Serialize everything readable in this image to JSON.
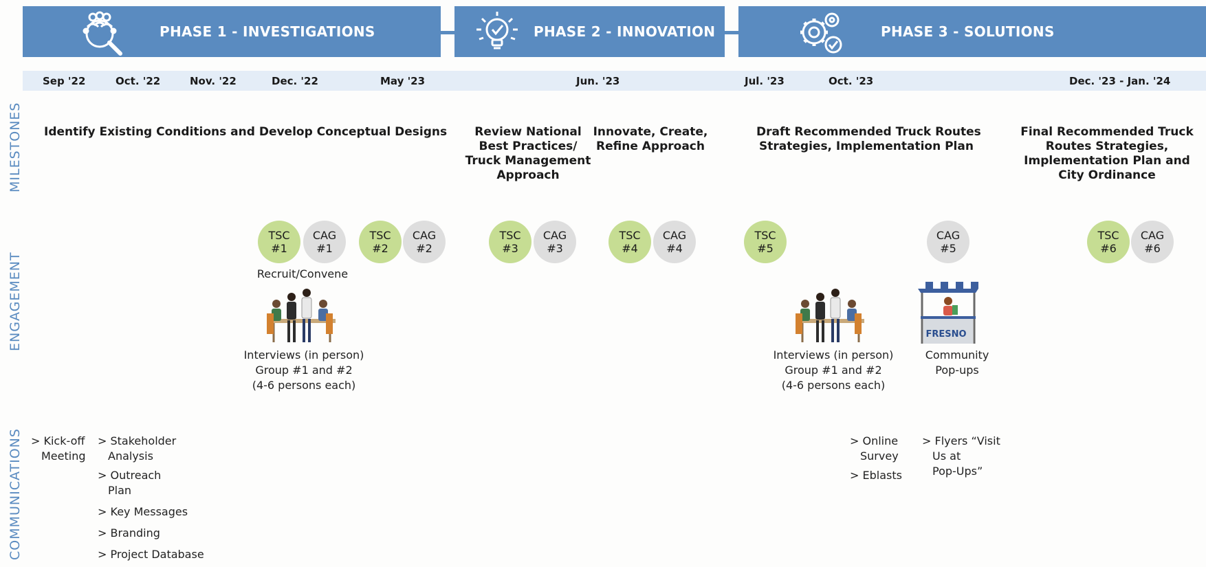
{
  "phases": [
    {
      "title": "PHASE 1 - INVESTIGATIONS",
      "icon": "people-magnifier-icon"
    },
    {
      "title": "PHASE 2 - INNOVATION",
      "icon": "lightbulb-check-icon"
    },
    {
      "title": "PHASE 3  -  SOLUTIONS",
      "icon": "gears-check-icon"
    }
  ],
  "dates": [
    "Sep '22",
    "Oct. '22",
    "Nov. '22",
    "Dec.  '22",
    "May  '23",
    "Jun. '23",
    "Jul. '23",
    "Oct. '23",
    "Dec. '23 - Jan. '24"
  ],
  "side_labels": {
    "milestones": "MILESTONES",
    "engagement": "ENGAGEMENT",
    "communications": "COMMUNICATIONS"
  },
  "milestones": [
    {
      "lines": [
        "Identify Existing Conditions and Develop Conceptual Designs"
      ]
    },
    {
      "lines": [
        "Review National",
        "Best Practices/",
        "Truck Management",
        "Approach"
      ]
    },
    {
      "lines": [
        "Innovate, Create,",
        "Refine Approach"
      ]
    },
    {
      "lines": [
        "Draft Recommended Truck Routes",
        "Strategies, Implementation Plan"
      ]
    },
    {
      "lines": [
        "Final Recommended Truck",
        "Routes Strategies,",
        "Implementation Plan and",
        "City Ordinance"
      ]
    }
  ],
  "meetings": [
    {
      "type": "tsc",
      "label": "TSC",
      "num": "#1"
    },
    {
      "type": "cag",
      "label": "CAG",
      "num": "#1"
    },
    {
      "type": "tsc",
      "label": "TSC",
      "num": "#2"
    },
    {
      "type": "cag",
      "label": "CAG",
      "num": "#2"
    },
    {
      "type": "tsc",
      "label": "TSC",
      "num": "#3"
    },
    {
      "type": "cag",
      "label": "CAG",
      "num": "#3"
    },
    {
      "type": "tsc",
      "label": "TSC",
      "num": "#4"
    },
    {
      "type": "cag",
      "label": "CAG",
      "num": "#4"
    },
    {
      "type": "tsc",
      "label": "TSC",
      "num": "#5"
    },
    {
      "type": "cag",
      "label": "CAG",
      "num": "#5"
    },
    {
      "type": "tsc",
      "label": "TSC",
      "num": "#6"
    },
    {
      "type": "cag",
      "label": "CAG",
      "num": "#6"
    }
  ],
  "engagement": {
    "recruit_label": "Recruit/Convene",
    "interviews_1": [
      "Interviews (in person)",
      "Group #1 and #2",
      "(4-6 persons each)"
    ],
    "interviews_2": [
      "Interviews (in person)",
      "Group #1 and #2",
      "(4-6 persons each)"
    ],
    "popups": [
      "Community",
      "Pop-ups"
    ],
    "booth_sign": "FRESNO"
  },
  "communications": {
    "col1": [
      "> Kick-off",
      "Meeting"
    ],
    "col2": [
      "> Stakeholder",
      "Analysis",
      "> Outreach",
      "Plan",
      "> Key Messages",
      "> Branding",
      "> Project Database"
    ],
    "col3": [
      "> Online",
      "Survey",
      "> Eblasts"
    ],
    "col4": [
      "> Flyers “Visit",
      "Us at",
      "Pop-Ups”"
    ]
  },
  "colors": {
    "phase_blue": "#5a8bc0",
    "tsc_green": "#c6dd93",
    "cag_gray": "#dedede",
    "date_band": "#e4edf7"
  }
}
